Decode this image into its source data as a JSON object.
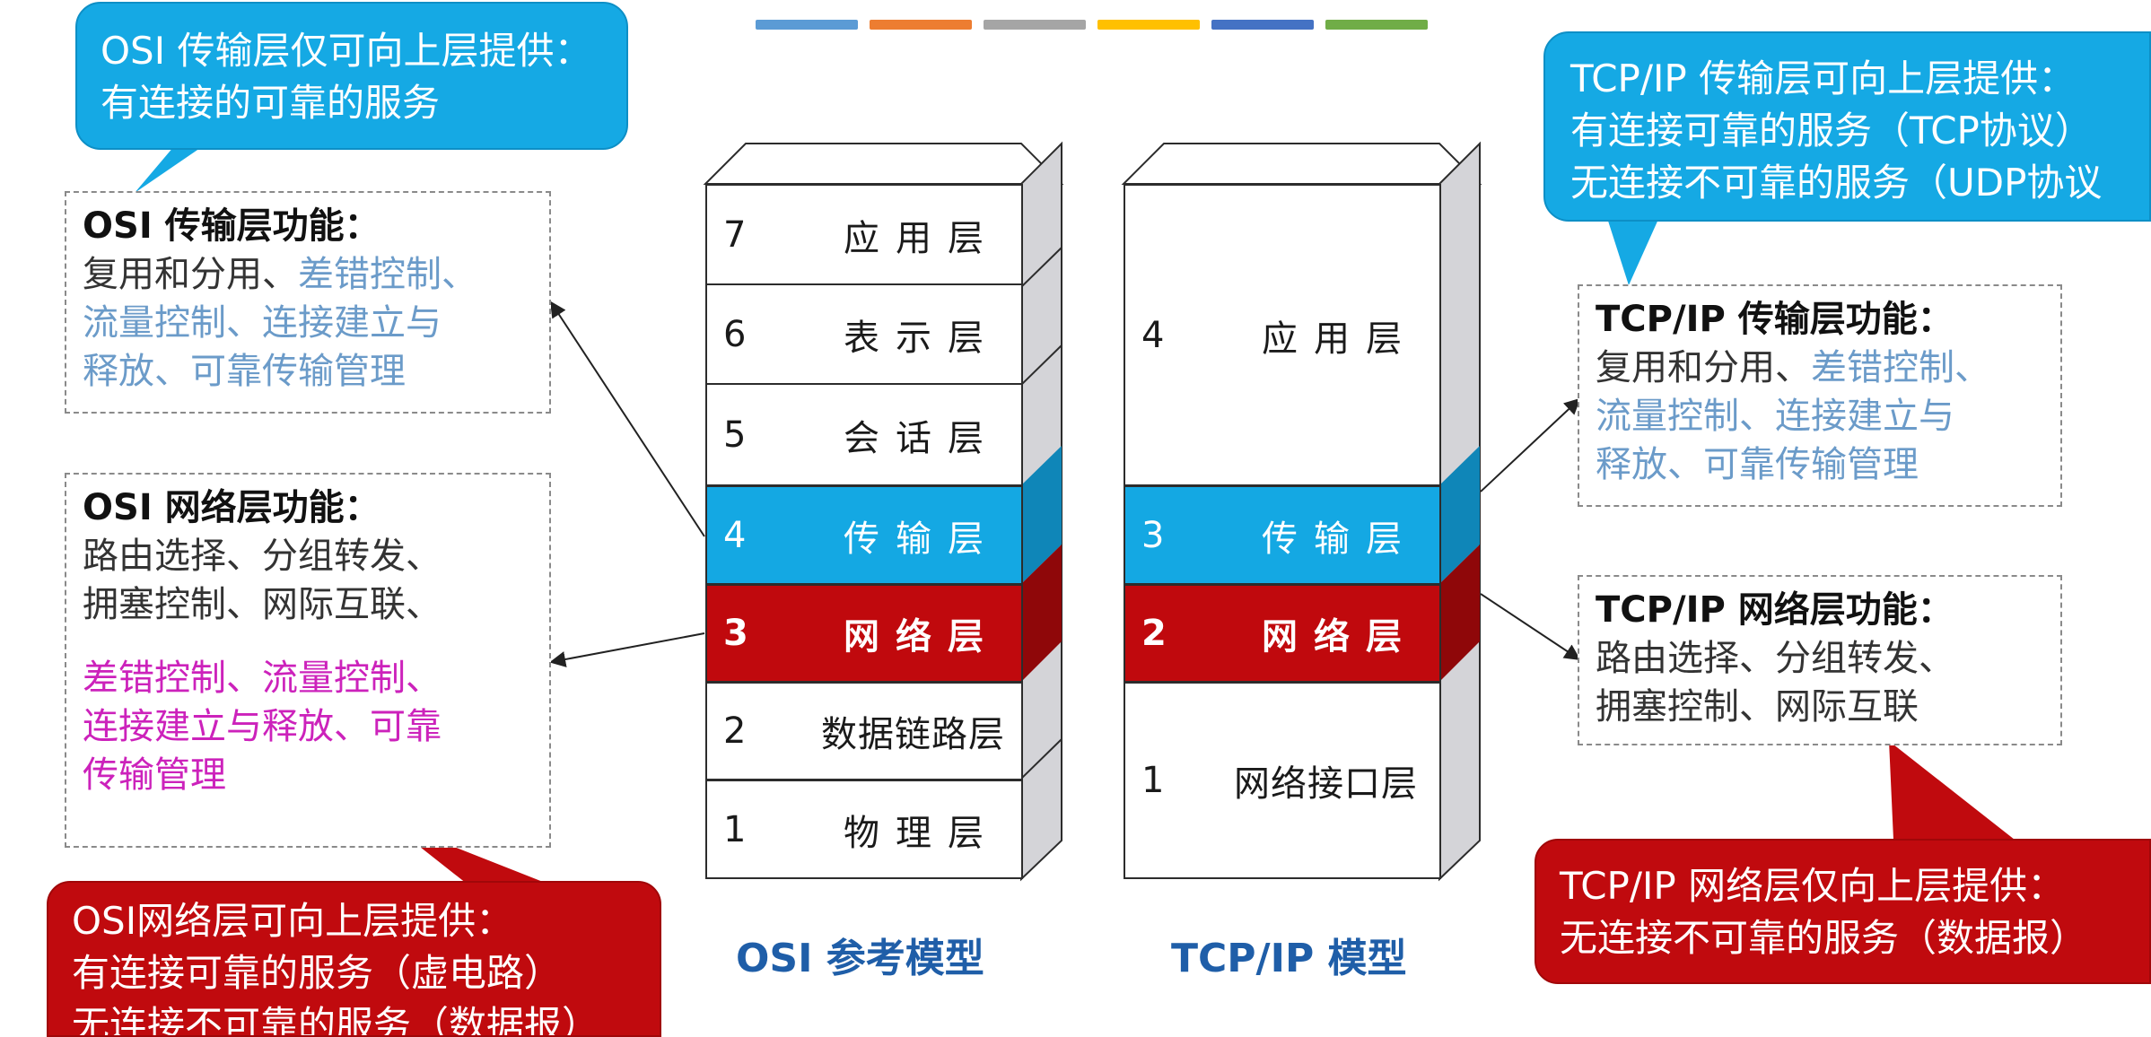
{
  "strip_colors": [
    "#5b9bd5",
    "#ed7d31",
    "#a5a5a5",
    "#ffc000",
    "#4472c4",
    "#70ad47"
  ],
  "bubbles": {
    "osi_transport": [
      "OSI 传输层仅可向上层提供：",
      "有连接的可靠的服务"
    ],
    "tcpip_transport": [
      "TCP/IP 传输层可向上层提供：",
      "有连接可靠的服务（TCP协议）",
      "无连接不可靠的服务（UDP协议"
    ],
    "osi_network": [
      "OSI网络层可向上层提供：",
      "有连接可靠的服务（虚电路）",
      "无连接不可靠的服务（数据报）"
    ],
    "tcpip_network": [
      "TCP/IP 网络层仅向上层提供：",
      "无连接不可靠的服务（数据报）"
    ]
  },
  "boxes": {
    "osi_transport": {
      "title": "OSI 传输层功能：",
      "line1_a": "复用和分用、",
      "line1_b": "差错控制、",
      "line2": "流量控制、连接建立与",
      "line3": "释放、可靠传输管理"
    },
    "osi_network": {
      "title": "OSI 网络层功能：",
      "line1": "路由选择、分组转发、",
      "line2": "拥塞控制、网际互联、",
      "line3": "差错控制、流量控制、",
      "line4": "连接建立与释放、可靠",
      "line5": "传输管理"
    },
    "tcpip_transport": {
      "title": "TCP/IP 传输层功能：",
      "line1_a": "复用和分用、",
      "line1_b": "差错控制、",
      "line2": "流量控制、连接建立与",
      "line3": "释放、可靠传输管理"
    },
    "tcpip_network": {
      "title": "TCP/IP 网络层功能：",
      "line1": "路由选择、分组转发、",
      "line2": "拥塞控制、网际互联"
    }
  },
  "osi_layers": [
    {
      "num": "7",
      "name": "应用层"
    },
    {
      "num": "6",
      "name": "表示层"
    },
    {
      "num": "5",
      "name": "会话层"
    },
    {
      "num": "4",
      "name": "传输层"
    },
    {
      "num": "3",
      "name": "网络层"
    },
    {
      "num": "2",
      "name": "数据链路层"
    },
    {
      "num": "1",
      "name": "物理层"
    }
  ],
  "tcpip_layers": [
    {
      "num": "4",
      "name": "应用层"
    },
    {
      "num": "3",
      "name": "传输层"
    },
    {
      "num": "2",
      "name": "网络层"
    },
    {
      "num": "1",
      "name": "网络接口层"
    }
  ],
  "captions": {
    "osi": "OSI 参考模型",
    "tcpip": "TCP/IP 模型"
  }
}
